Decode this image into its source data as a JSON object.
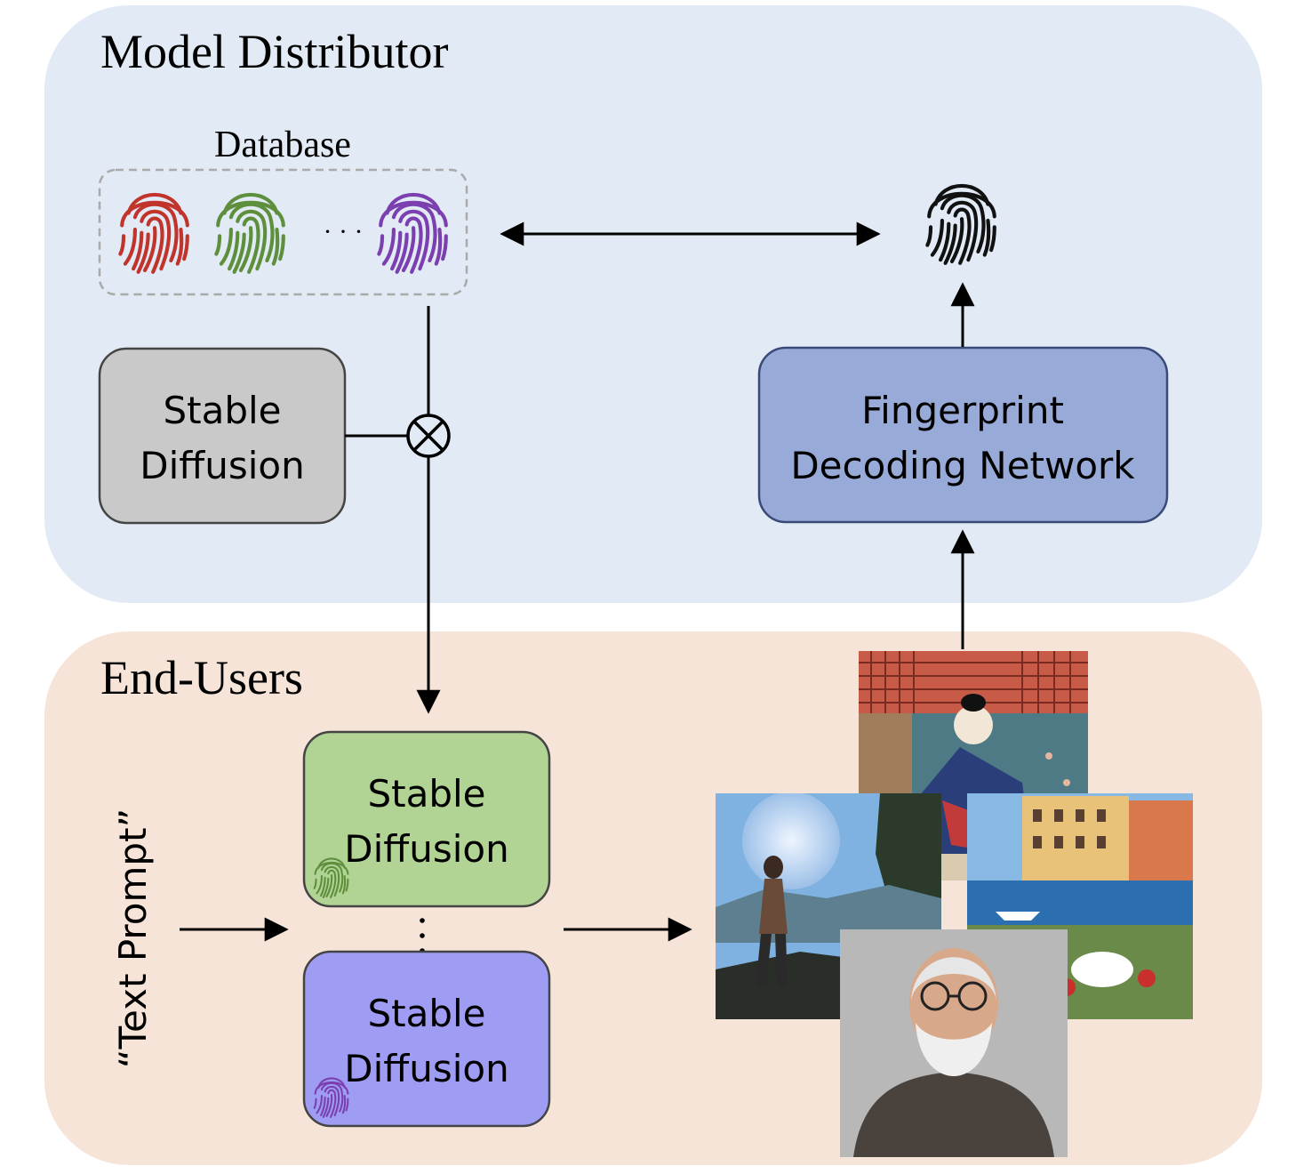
{
  "sections": {
    "distributor_title": "Model Distributor",
    "endusers_title": "End-Users"
  },
  "database": {
    "label": "Database",
    "ellipsis": "· · ·"
  },
  "blocks": {
    "base_model_line1": "Stable",
    "base_model_line2": "Diffusion",
    "decoder_line1": "Fingerprint",
    "decoder_line2": "Decoding Network",
    "user_model_green_line1": "Stable",
    "user_model_green_line2": "Diffusion",
    "user_model_purple_line1": "Stable",
    "user_model_purple_line2": "Diffusion"
  },
  "prompt": {
    "label": "“Text Prompt”"
  },
  "colors": {
    "distributor_bg": "#e1eaf5",
    "endusers_bg": "#f7e4d8",
    "base_model_fill": "#c9c9c9",
    "decoder_fill": "#97aad8",
    "green_model_fill": "#b1d394",
    "purple_model_fill": "#9e9df3",
    "fingerprint_red": "#c0342b",
    "fingerprint_green": "#5e8f3c",
    "fingerprint_purple": "#7b3fb0",
    "fingerprint_black": "#111111"
  },
  "icons": [
    "fingerprint-icon",
    "multiply-circle-icon"
  ],
  "images": [
    "ukiyo-e-samurai-image",
    "adventurer-image",
    "seaside-town-image",
    "old-man-portrait-image"
  ]
}
